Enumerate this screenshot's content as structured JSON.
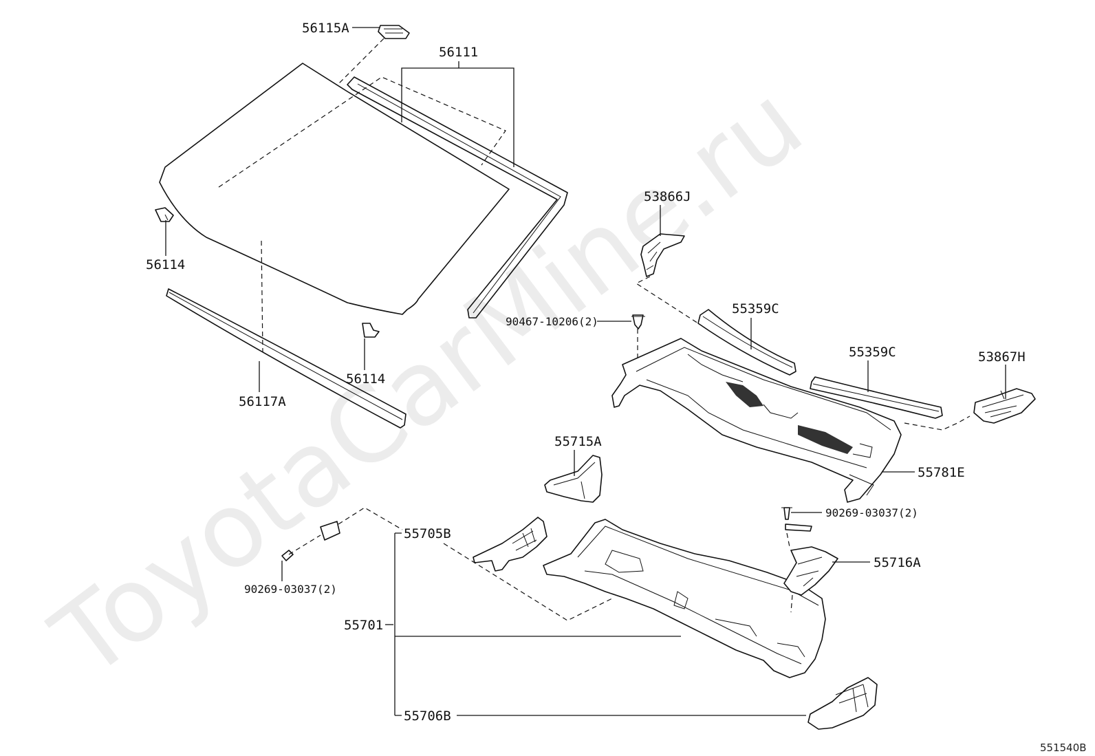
{
  "watermark": "ToyotaCarMine.ru",
  "diagram_code": "551540B",
  "labels": {
    "l56115A": "56115A",
    "l56111": "56111",
    "l56114a": "56114",
    "l56114b": "56114",
    "l56117A": "56117A",
    "l53866J": "53866J",
    "l90467": "90467-10206(2)",
    "l55359Ca": "55359C",
    "l55359Cb": "55359C",
    "l53867H": "53867H",
    "l55715A": "55715A",
    "l55781E": "55781E",
    "l90269a": "90269-03037(2)",
    "l55705B": "55705B",
    "l55716A": "55716A",
    "l90269b": "90269-03037(2)",
    "l55701": "55701",
    "l55706B": "55706B"
  }
}
